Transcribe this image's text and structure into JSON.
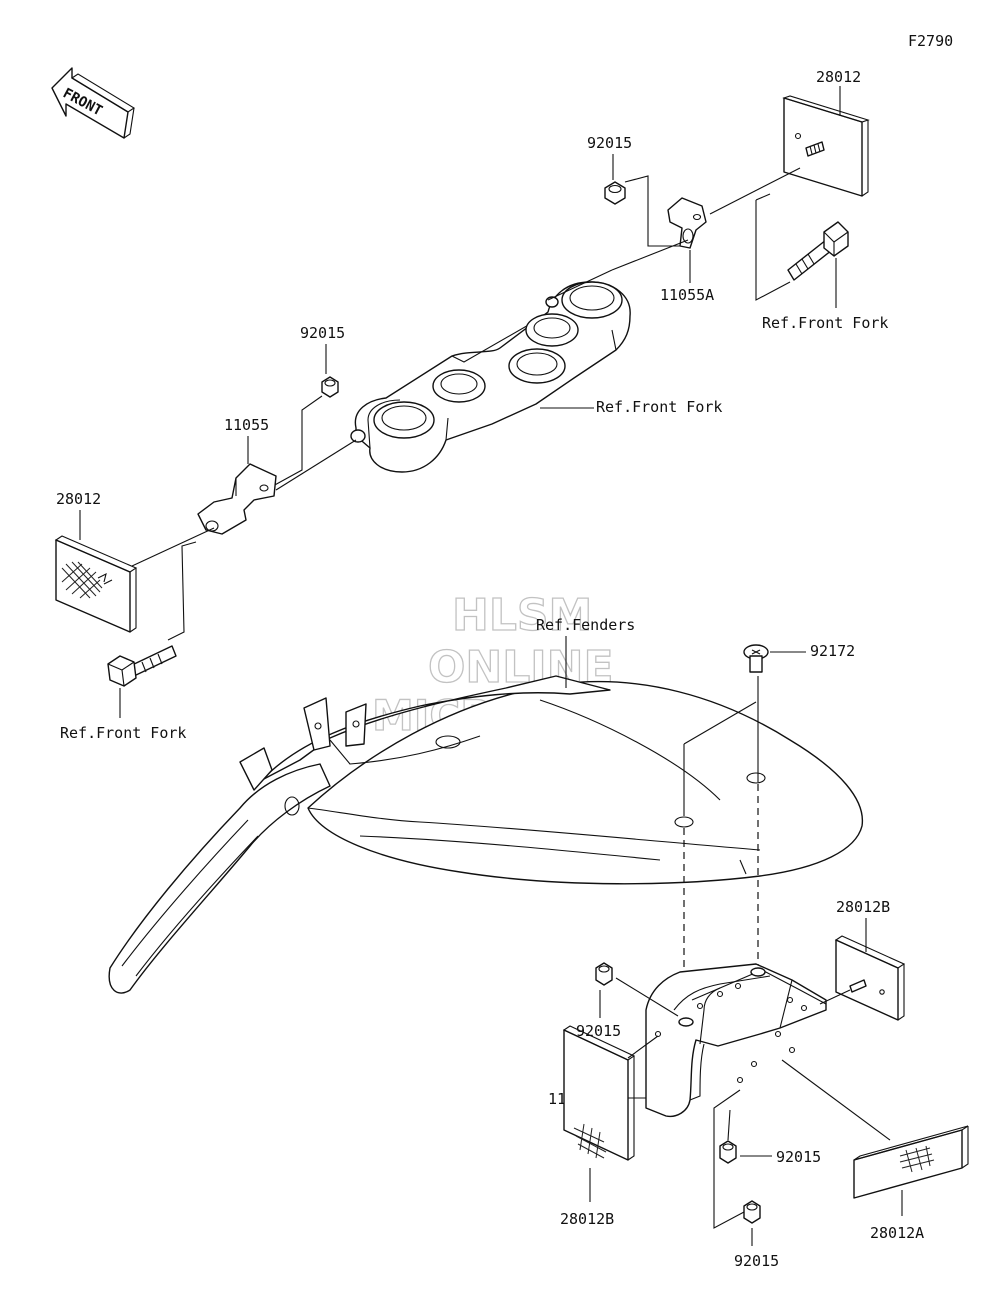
{
  "diagram_code": "F2790",
  "front_label": "FRONT",
  "watermark": {
    "line1": "HLSM",
    "line2": "ONLINE",
    "line3": "MICROFICHE"
  },
  "labels": {
    "top_right_reflector": "28012",
    "top_right_nut": "92015",
    "top_right_bracket": "11055A",
    "top_right_ref": "Ref.Front Fork",
    "top_left_nut": "92015",
    "top_left_bracket": "11055",
    "top_left_reflector": "28012",
    "triple_clamp_ref": "Ref.Front Fork",
    "left_bolt_ref": "Ref.Front Fork",
    "fenders_ref": "Ref.Fenders",
    "screw": "92172",
    "rear_right_reflector_b": "28012B",
    "rear_nut_upper": "92015",
    "rear_bracket": "11055B",
    "rear_left_reflector_b": "28012B",
    "rear_nut_mid": "92015",
    "rear_reflector_a": "28012A",
    "rear_nut_lower": "92015"
  }
}
